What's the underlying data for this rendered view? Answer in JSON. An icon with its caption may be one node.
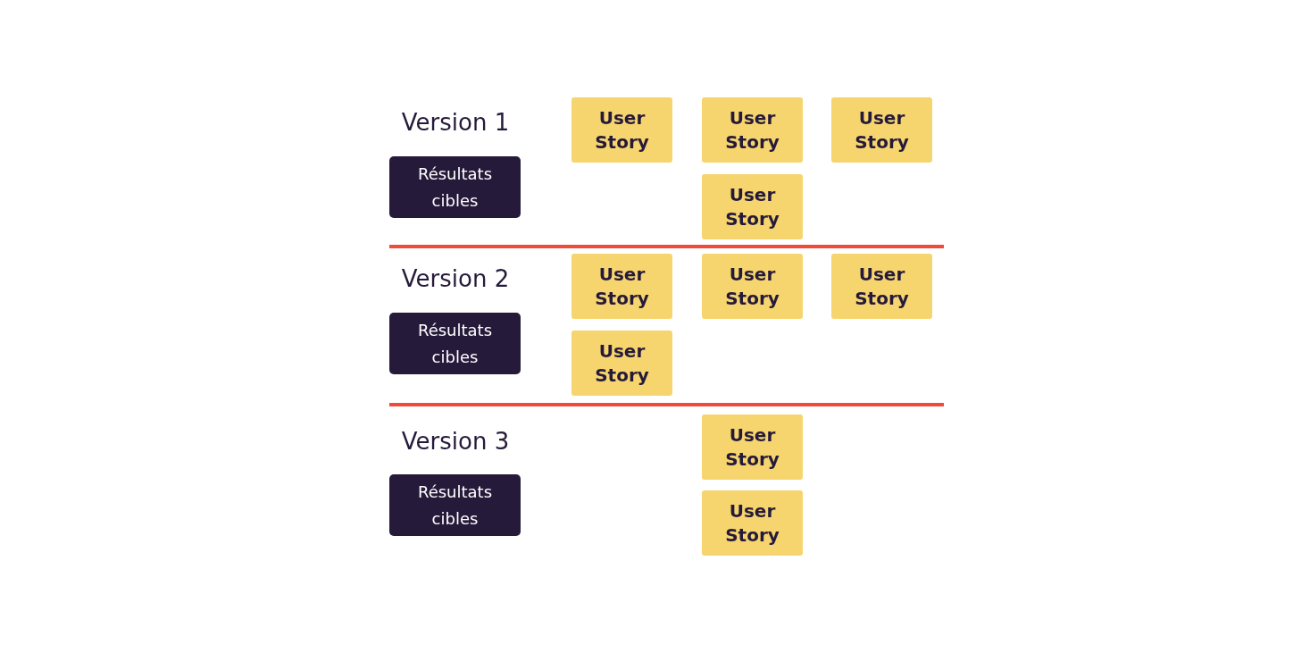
{
  "diagram": {
    "nodes": [
      {
        "text": [
          "Résultats cibles"
        ]
      },
      {
        "text": [
          "User Story"
        ]
      },
      {
        "text": [
          "User Story"
        ]
      },
      {
        "text": [
          "User Story"
        ]
      },
      {
        "text": [
          "User Story"
        ]
      },
      {
        "text": [
          "Résultats cibles"
        ]
      },
      {
        "text": [
          "User Story"
        ]
      },
      {
        "text": [
          "User Story"
        ]
      },
      {
        "text": [
          "User Story"
        ]
      },
      {
        "text": [
          "User Story"
        ]
      },
      {
        "text": [
          "Résultats cibles"
        ]
      },
      {
        "text": [
          "User Story"
        ]
      },
      {
        "text": [
          "User Story"
        ]
      }
    ],
    "edges": [],
    "labels": [
      "Version 1",
      "Version 2",
      "Version 3"
    ]
  }
}
